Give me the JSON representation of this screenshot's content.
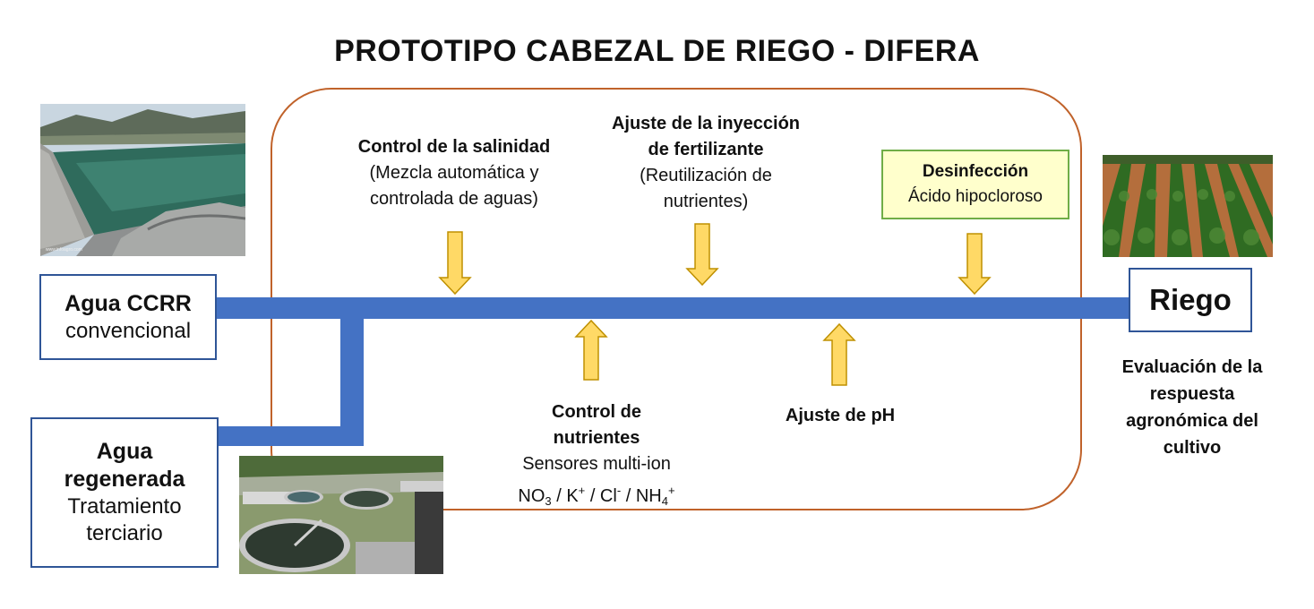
{
  "title": "PROTOTIPO CABEZAL DE RIEGO - DIFERA",
  "sources": {
    "ccrr": {
      "bold": "Agua CCRR",
      "normal": "convencional"
    },
    "regenerada": {
      "bold1": "Agua",
      "bold2": "regenerada",
      "normal1": "Tratamiento",
      "normal2": "terciario"
    }
  },
  "riego": {
    "label": "Riego"
  },
  "evaluation": [
    "Evaluación de la",
    "respuesta",
    "agronómica del",
    "cultivo"
  ],
  "salinidad": {
    "bold": "Control de la salinidad",
    "line1": "(Mezcla automática y",
    "line2": "controlada de aguas)"
  },
  "fertilizante": {
    "bold1": "Ajuste de la inyección",
    "bold2": "de fertilizante",
    "line1": "(Reutilización de",
    "line2": "nutrientes)"
  },
  "desinfeccion": {
    "bold": "Desinfección",
    "normal": "Ácido hipocloroso"
  },
  "nutrientes": {
    "bold1": "Control de",
    "bold2": "nutrientes",
    "line1": "Sensores multi-ion",
    "ions": {
      "no3_a": "NO",
      "no3_sub": "3",
      "sep1": " / K",
      "k_sup": "+",
      "sep2": " / Cl",
      "cl_sup": "-",
      "sep3": " / NH",
      "nh4_sub": "4",
      "nh4_sup": "+"
    }
  },
  "ph": {
    "label": "Ajuste de pH"
  },
  "photo_caption": "www.infoagro.com",
  "colors": {
    "pipe": "#4472c4",
    "arrow_fill": "#ffd966",
    "arrow_stroke": "#bf9000",
    "frame": "#c0622a",
    "box_border": "#2f5597",
    "desinf_fill": "#ffffcc",
    "desinf_border": "#70ad47"
  }
}
